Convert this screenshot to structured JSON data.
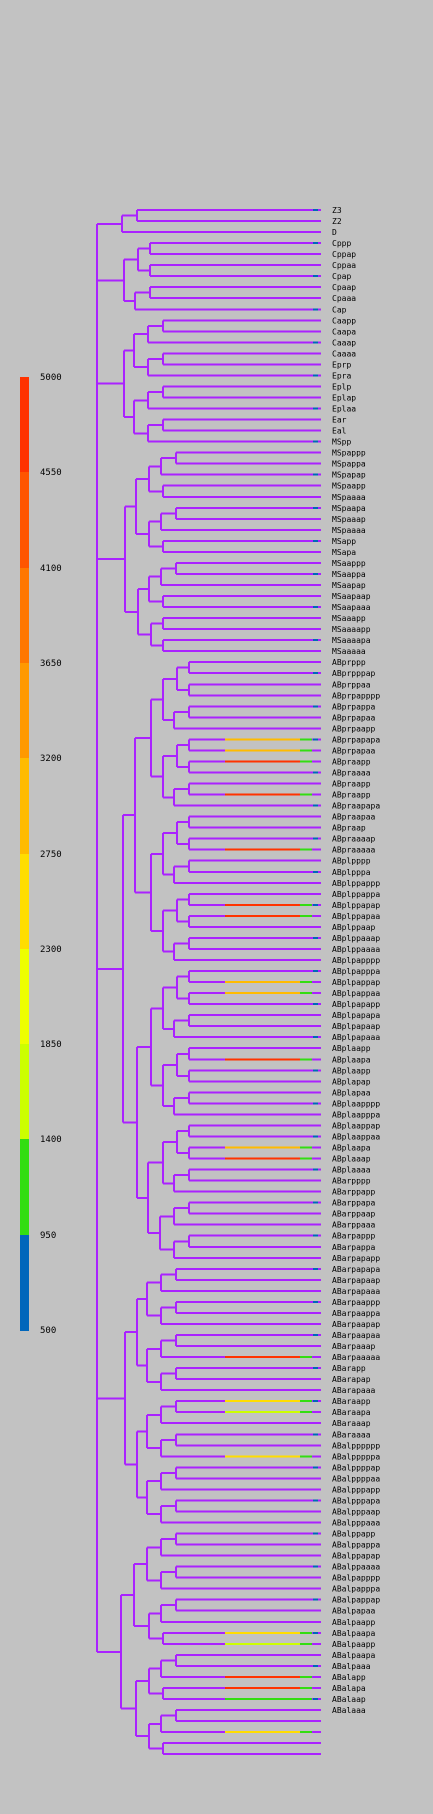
{
  "legend": {
    "labels": [
      "5000",
      "4550",
      "4100",
      "3650",
      "3200",
      "2750",
      "2300",
      "1850",
      "1400",
      "950",
      "500"
    ],
    "colors": [
      "#ff3300",
      "#ff5500",
      "#ff7700",
      "#ff9900",
      "#ffbb00",
      "#ffdd00",
      "#eeff00",
      "#ccff00",
      "#33dd11",
      "#0066bb",
      "#aa22ff"
    ]
  },
  "tree": {
    "branch_color": "#aa22ff",
    "leaves": [
      "Z3",
      "Z2",
      "D",
      "Cppp",
      "Cppap",
      "Cppaa",
      "Cpap",
      "Cpaap",
      "Cpaaa",
      "Cap",
      "Caapp",
      "Caapa",
      "Caaap",
      "Caaaa",
      "Eprp",
      "Epra",
      "Eplp",
      "Eplap",
      "Eplaa",
      "Ear",
      "Eal",
      "MSpp",
      "MSpappp",
      "MSpappa",
      "MSpapap",
      "MSpaapp",
      "MSpaaaa",
      "MSpaapa",
      "MSpaaap",
      "MSpaaaa",
      "MSapp",
      "MSapa",
      "MSaappp",
      "MSaappa",
      "MSaapap",
      "MSaapaap",
      "MSaapaaa",
      "MSaaapp",
      "MSaaaapp",
      "MSaaaapa",
      "MSaaaaa",
      "ABprppp",
      "ABprpppap",
      "ABprppaa",
      "ABprpapppp",
      "ABprpappa",
      "ABprpapaa",
      "ABprpaapp",
      "ABprpapapa",
      "ABprpapaa",
      "ABpraapp",
      "ABpraaaa",
      "ABpraapp",
      "ABpraapp",
      "ABpraapapa",
      "ABpraapaa",
      "ABpraap",
      "ABpraaaap",
      "ABpraaaaa",
      "ABplpppp",
      "ABplpppa",
      "ABplppappp",
      "ABplppappa",
      "ABplppapap",
      "ABplppapaa",
      "ABplppaap",
      "ABplppaaap",
      "ABplppaaaa",
      "ABplpapppp",
      "ABplpapppa",
      "ABplpappap",
      "ABplpappaa",
      "ABplpapapp",
      "ABplpapapa",
      "ABplpapaap",
      "ABplpapaaa",
      "ABplaapp",
      "ABplaapa",
      "ABplaapp",
      "ABplapap",
      "ABplapaa",
      "ABplaapppp",
      "ABplaapppa",
      "ABplaappap",
      "ABplaappaa",
      "ABplaapa",
      "ABplaaap",
      "ABplaaaa",
      "ABarpppp",
      "ABarppapp",
      "ABarppapa",
      "ABarppaap",
      "ABarppaaa",
      "ABarpappp",
      "ABarpappa",
      "ABarpapapp",
      "ABarpapapa",
      "ABarpapaap",
      "ABarpapaaa",
      "ABarpaappp",
      "ABarpaappa",
      "ABarpaapap",
      "ABarpaapaa",
      "ABarpaaap",
      "ABarpaaaaa",
      "ABarapp",
      "ABarapap",
      "ABarapaaa",
      "ABaraapp",
      "ABaraapa",
      "ABaraaap",
      "ABaraaaa",
      "ABalpppppp",
      "ABalpppppa",
      "ABalppppap",
      "ABalppppaa",
      "ABalpppapp",
      "ABalpppapa",
      "ABalpppaap",
      "ABalpppaaa",
      "ABalppapp",
      "ABalppappa",
      "ABalppapap",
      "ABalppaaaa",
      "ABalpapppp",
      "ABalpapppa",
      "ABalpappap",
      "ABalpapaa",
      "ABalpaapp",
      "ABalpaapa",
      "ABalpaapp",
      "ABalpaapa",
      "ABalpaaa",
      "ABalapp",
      "ABalapa",
      "ABalaap",
      "ABalaaa"
    ]
  }
}
